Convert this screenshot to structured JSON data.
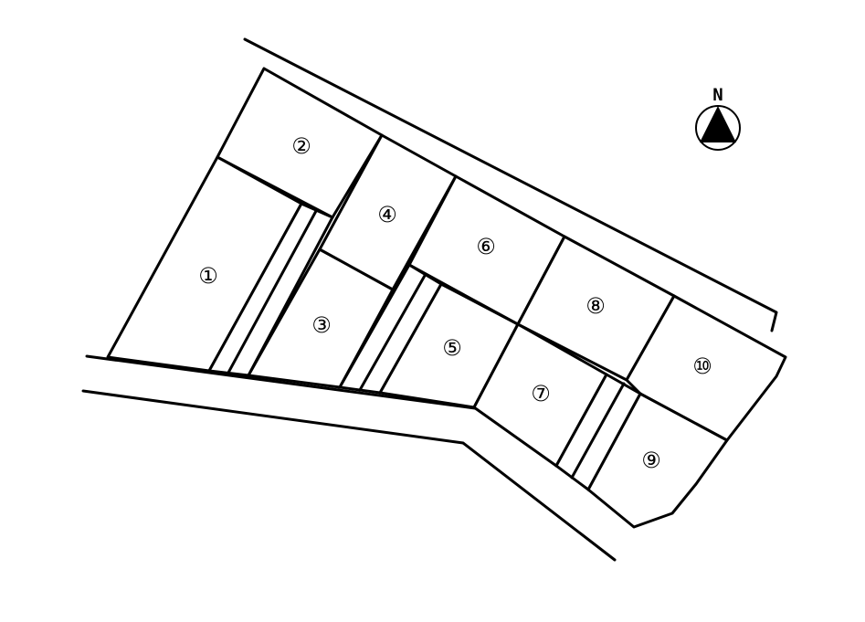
{
  "map": {
    "north_label": "N",
    "highlighted_lot": "⑦",
    "colors": {
      "highlight": "#fbf8c6",
      "line": "#000000",
      "background": "#ffffff"
    },
    "lots": [
      {
        "id": "lot-1",
        "label": "①"
      },
      {
        "id": "lot-2",
        "label": "②"
      },
      {
        "id": "lot-3",
        "label": "③"
      },
      {
        "id": "lot-4",
        "label": "④"
      },
      {
        "id": "lot-5",
        "label": "⑤"
      },
      {
        "id": "lot-6",
        "label": "⑥"
      },
      {
        "id": "lot-7",
        "label": "⑦"
      },
      {
        "id": "lot-8",
        "label": "⑧"
      },
      {
        "id": "lot-9",
        "label": "⑨"
      },
      {
        "id": "lot-10",
        "label": "⑩"
      }
    ]
  }
}
